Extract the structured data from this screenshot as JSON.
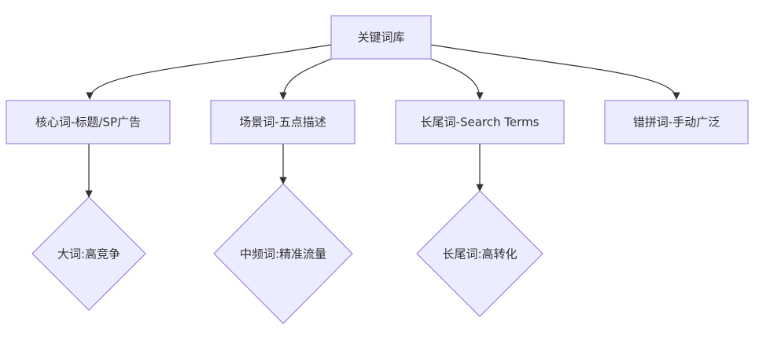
{
  "diagram": {
    "root": {
      "label": "关键词库"
    },
    "categories": [
      {
        "label": "核心词-标题/SP广告"
      },
      {
        "label": "场景词-五点描述"
      },
      {
        "label": "长尾词-Search Terms"
      },
      {
        "label": "错拼词-手动广泛"
      }
    ],
    "outcomes": [
      {
        "label": "大词:高竞争"
      },
      {
        "label": "中频词:精准流量"
      },
      {
        "label": "长尾词:高转化"
      }
    ]
  },
  "colors": {
    "node_fill": "#ECECFF",
    "node_stroke": "#9370DB",
    "edge": "#333333",
    "text": "#333333"
  }
}
